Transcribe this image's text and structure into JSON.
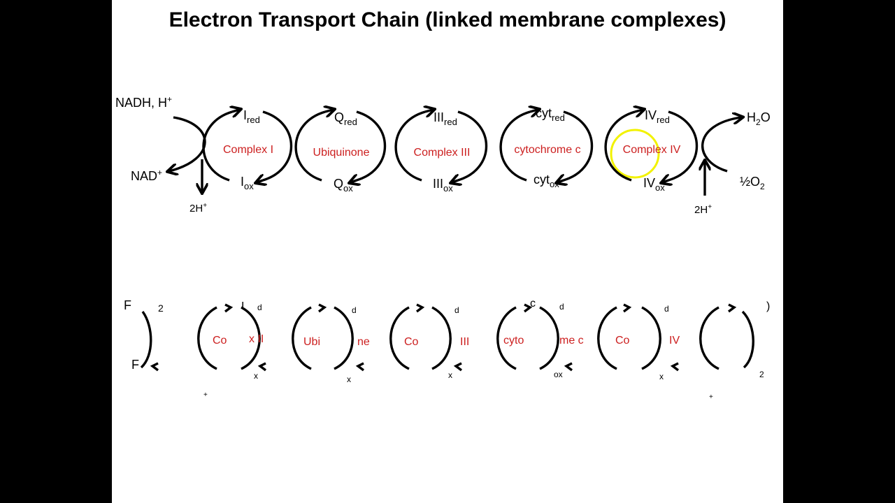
{
  "slide": {
    "title": "Electron Transport Chain (linked membrane complexes)"
  },
  "colors": {
    "complex_label": "#cc1f1f",
    "arrow": "#000000",
    "highlight_circle": "#f2f200"
  },
  "chain": {
    "input_top": {
      "main": "NADH, H",
      "sup": "+"
    },
    "input_bottom": {
      "main": "NAD",
      "sup": "+"
    },
    "proton_out": {
      "main": "2H",
      "sup": "+"
    },
    "output_top": {
      "main": "H",
      "sub": "2",
      "tail": "O"
    },
    "output_bottom": {
      "main": "½O",
      "sub": "2"
    },
    "proton_in": {
      "main": "2H",
      "sup": "+"
    },
    "carriers": [
      {
        "name": "Complex I",
        "red_main": "I",
        "red_sub": "red",
        "ox_main": "I",
        "ox_sub": "ox"
      },
      {
        "name": "Ubiquinone",
        "red_main": "Q",
        "red_sub": "red",
        "ox_main": "Q",
        "ox_sub": "ox"
      },
      {
        "name": "Complex III",
        "red_main": "III",
        "red_sub": "red",
        "ox_main": "III",
        "ox_sub": "ox"
      },
      {
        "name": "cytochrome c",
        "red_main": "cyt",
        "red_sub": "red",
        "ox_main": "cyt",
        "ox_sub": "ox"
      },
      {
        "name": "Complex IV",
        "red_main": "IV",
        "red_sub": "red",
        "ox_main": "IV",
        "ox_sub": "ox"
      }
    ]
  },
  "second_chain": {
    "fragments": {
      "fadh_top_left": "F",
      "fadh_top_sub": "2",
      "fadh_top_mid": "I",
      "fadh_bottom_left": "F",
      "red_sub_d": "d",
      "ox_sub_x": "x",
      "ox_sub_ox": "ox",
      "cyt_c_top": "c",
      "paren_close": ")",
      "o2_sub": "2",
      "plus_mark": "+"
    },
    "labels": [
      {
        "left": "Co",
        "right": "x II"
      },
      {
        "left": "Ubi",
        "right": "ne"
      },
      {
        "left": "Co",
        "right": "III"
      },
      {
        "left": "cyto",
        "right": "me c"
      },
      {
        "left": "Co",
        "right": "IV"
      }
    ]
  }
}
